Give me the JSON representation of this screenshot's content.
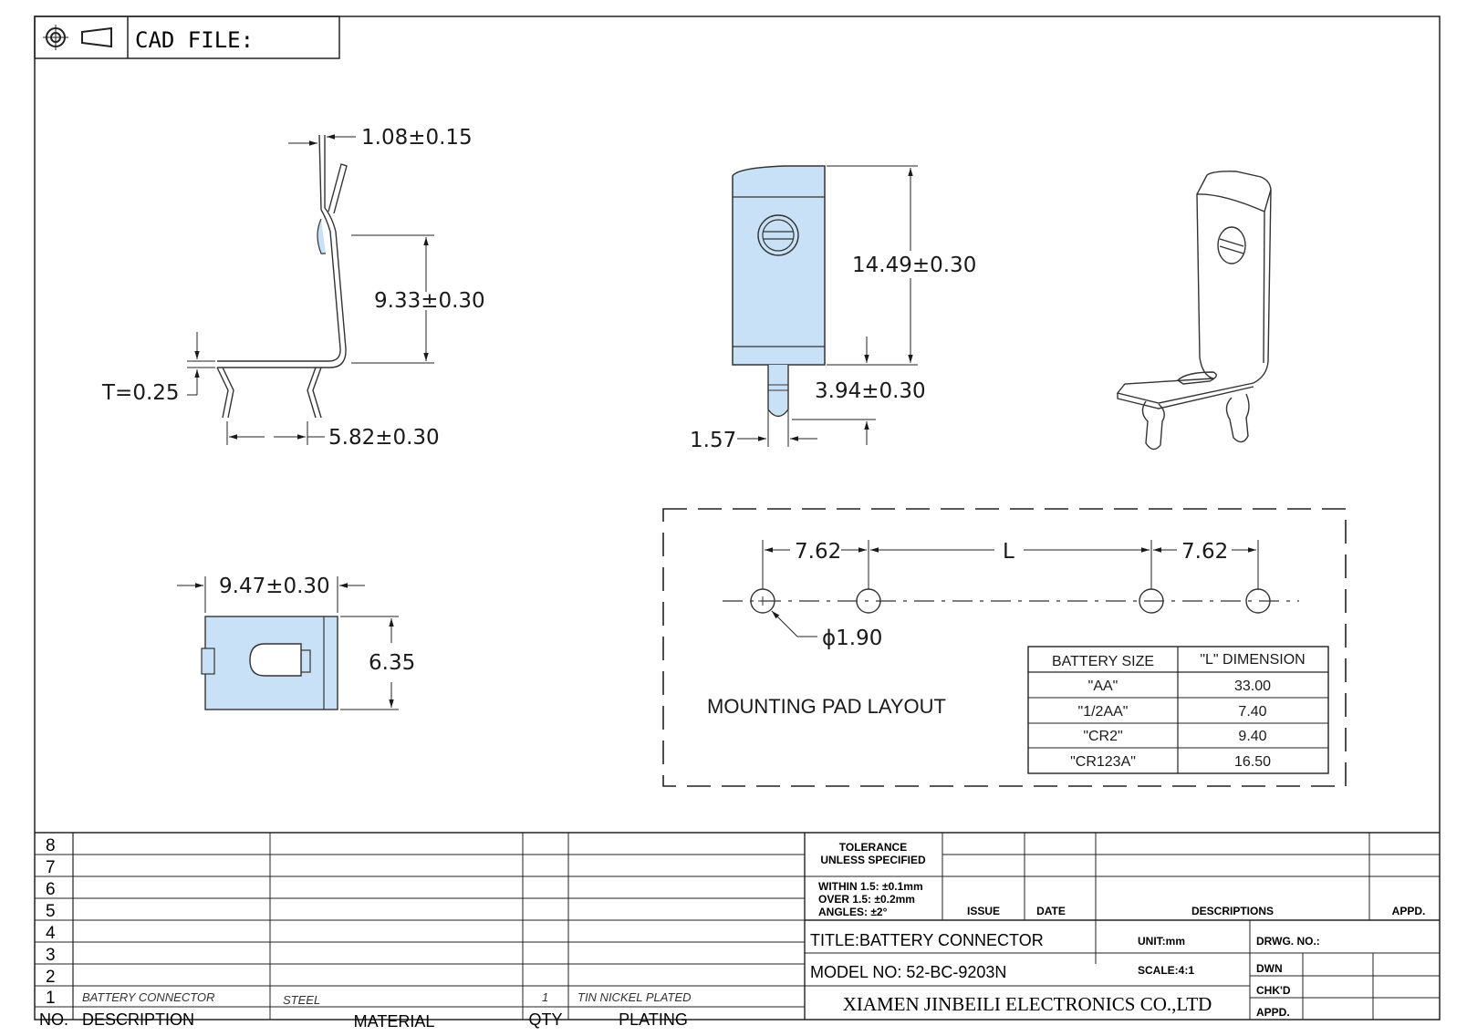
{
  "header": {
    "cad_file_label": "CAD FILE:"
  },
  "side_view": {
    "thickness_top": "1.08±0.15",
    "height": "9.33±0.30",
    "thickness": "T=0.25",
    "leg_span": "5.82±0.30"
  },
  "front_view": {
    "height": "14.49±0.30",
    "pin_length": "3.94±0.30",
    "pin_width": "1.57"
  },
  "top_view": {
    "width": "9.47±0.30",
    "depth": "6.35"
  },
  "mounting": {
    "title": "MOUNTING PAD LAYOUT",
    "pitch_left": "7.62",
    "span_label": "L",
    "pitch_right": "7.62",
    "hole_dia": "ϕ1.90",
    "table": {
      "headers": [
        "BATTERY SIZE",
        "\"L\" DIMENSION"
      ],
      "rows": [
        [
          "\"AA\"",
          "33.00"
        ],
        [
          "\"1/2AA\"",
          "7.40"
        ],
        [
          "\"CR2\"",
          "9.40"
        ],
        [
          "\"CR123A\"",
          "16.50"
        ]
      ]
    }
  },
  "bom": {
    "row_numbers": [
      "8",
      "7",
      "6",
      "5",
      "4",
      "3",
      "2",
      "1"
    ],
    "headers": [
      "NO.",
      "DESCRIPTION",
      "MATERIAL",
      "QTY",
      "PLATING"
    ],
    "item1": {
      "description": "BATTERY CONNECTOR",
      "material": "STEEL",
      "qty": "1",
      "plating": "TIN NICKEL PLATED"
    }
  },
  "title_block": {
    "tolerance_1": "TOLERANCE",
    "tolerance_2": "UNLESS SPECIFIED",
    "tolerance_3": "WITHIN 1.5: ±0.1mm",
    "tolerance_4": "OVER 1.5:  ±0.2mm",
    "tolerance_5": "ANGLES: ±2°",
    "issue": "ISSUE",
    "date": "DATE",
    "descriptions": "DESCRIPTIONS",
    "appd": "APPD.",
    "title": "TITLE:BATTERY CONNECTOR",
    "model": "MODEL NO: 52-BC-9203N",
    "unit": "UNIT:mm",
    "scale": "SCALE:4:1",
    "drwg_no": "DRWG. NO.:",
    "dwn": "DWN",
    "chkd": "CHK'D",
    "appd2": "APPD.",
    "company": "XIAMEN JINBEILI ELECTRONICS CO.,LTD"
  }
}
